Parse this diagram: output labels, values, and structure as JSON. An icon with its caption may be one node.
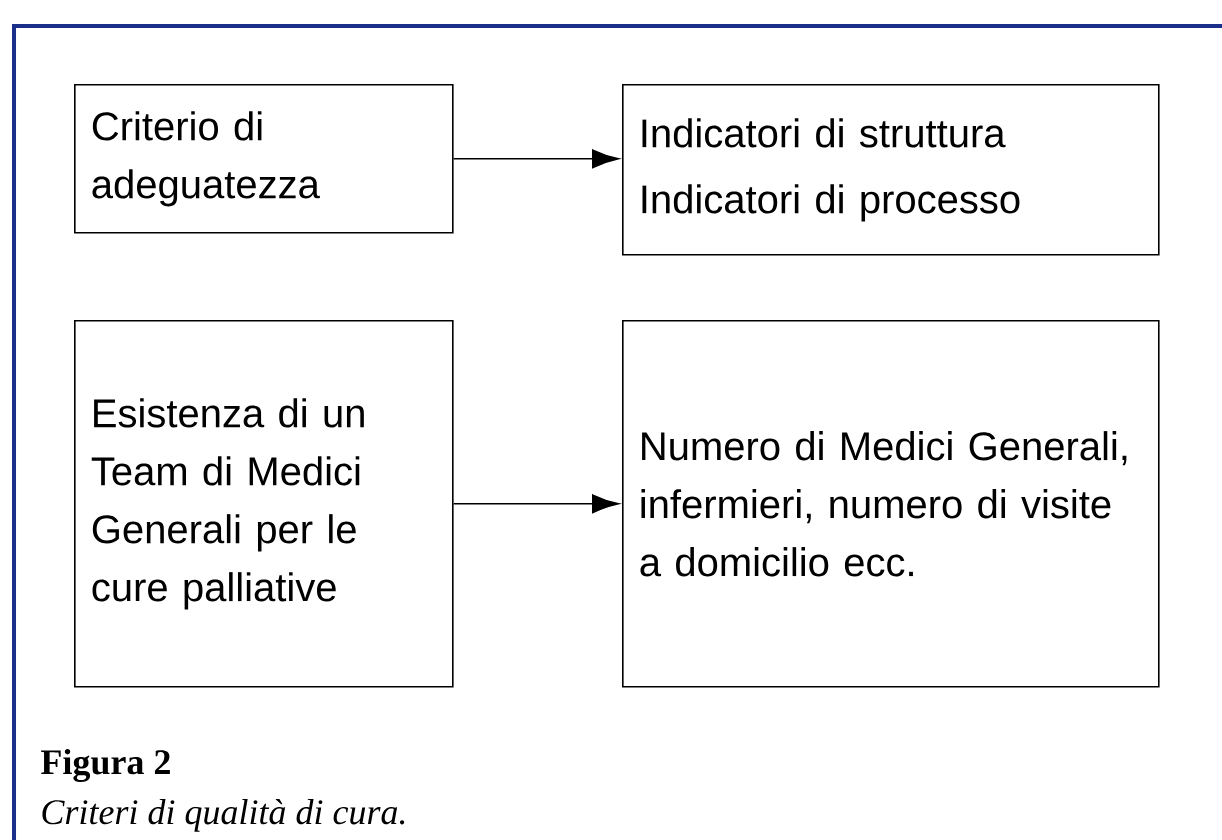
{
  "diagram": {
    "title": "Figura 2",
    "caption": "Criteri di qualità di cura.",
    "nodes": [
      {
        "text": [
          "Criterio di adeguatezza"
        ]
      },
      {
        "text": [
          "Indicatori di struttura",
          "Indicatori di processo"
        ]
      },
      {
        "text": [
          "Esistenza di un Team di Medici Generali per le cure palliative"
        ]
      },
      {
        "text": [
          "Numero di Medici Generali, infermieri, numero di visite a domicilio ecc."
        ]
      }
    ],
    "edges": [
      {
        "from": 0,
        "to": 1,
        "arrow": "to"
      },
      {
        "from": 2,
        "to": 3,
        "arrow": "to"
      }
    ]
  }
}
